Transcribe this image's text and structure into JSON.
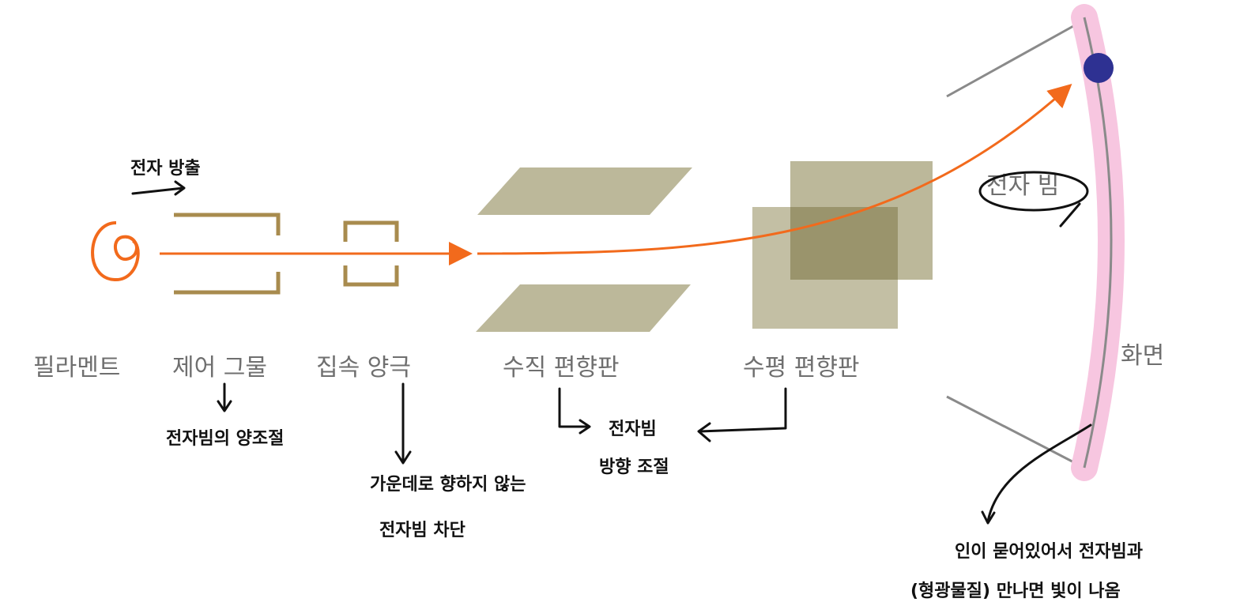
{
  "labels": {
    "filament": "필라멘트",
    "control_grid": "제어 그물",
    "focusing_anode": "집속 양극",
    "vertical_plates": "수직 편향판",
    "horizontal_plates": "수평 편향판",
    "electron_beam": "전자 빔",
    "screen": "화면"
  },
  "annotations": {
    "emission": "전자 방출",
    "grid_note": "전자빔의 양조절",
    "anode_note_line1": "가운데로 향하지 않는",
    "anode_note_line2": "전자빔 차단",
    "deflection_note_line1": "전자빔",
    "deflection_note_line2": "방향 조절",
    "screen_note_line1": "인이 묻어있어서 전자빔과",
    "screen_note_line2": "(형광물질) 만나면 빛이 나옴"
  },
  "colors": {
    "beam": "#f26a1c",
    "electrode": "#a88b4e",
    "plate": "#bcb89a",
    "screen_highlight": "#f7c6e0",
    "spot": "#2e3192"
  }
}
